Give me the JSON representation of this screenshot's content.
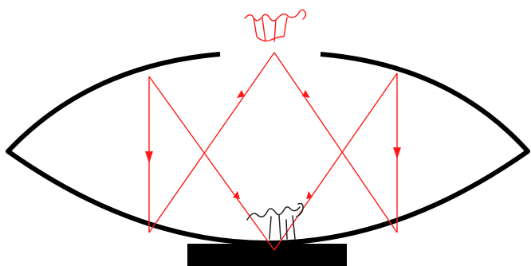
{
  "diagram": {
    "colors": {
      "mirror": "#000000",
      "ray": "#ff0000",
      "object": "#222222",
      "image": "#ff0000",
      "background": "#ffffff"
    },
    "parts": [
      "upper-mirror-left-half",
      "upper-mirror-right-half",
      "central-opening",
      "lower-mirror",
      "lower-mirror-base",
      "object-figure",
      "image-figure",
      "light-rays"
    ],
    "icons": {
      "object": "small-creature-figure",
      "image": "small-creature-figure"
    }
  }
}
